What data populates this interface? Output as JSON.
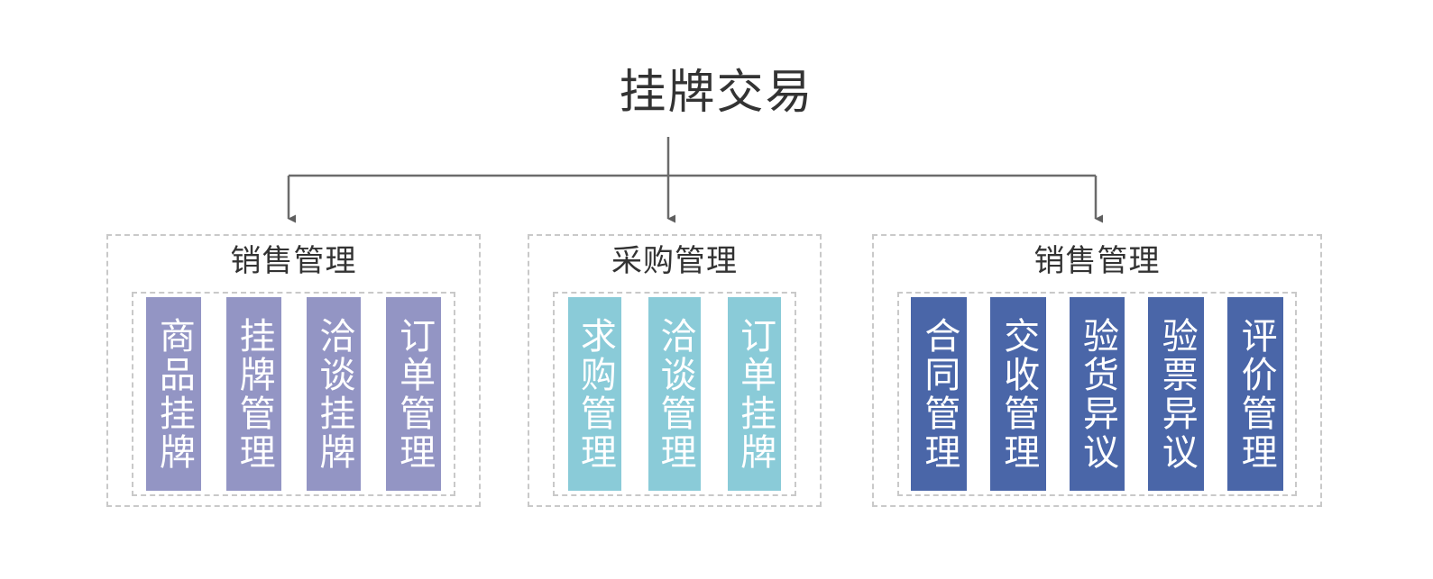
{
  "diagram": {
    "root": {
      "label": "挂牌交易"
    },
    "connector": {
      "line_color": "#6b6b6b",
      "arrow_color": "#5e5e5e"
    },
    "groups": [
      {
        "title": "销售管理",
        "color": "#9395c4",
        "items": [
          {
            "label": "商品挂牌"
          },
          {
            "label": "挂牌管理"
          },
          {
            "label": "洽谈挂牌"
          },
          {
            "label": "订单管理"
          }
        ]
      },
      {
        "title": "采购管理",
        "color": "#8acbd8",
        "items": [
          {
            "label": "求购管理"
          },
          {
            "label": "洽谈管理"
          },
          {
            "label": "订单挂牌"
          }
        ]
      },
      {
        "title": "销售管理",
        "color": "#4a66a8",
        "items": [
          {
            "label": "合同管理"
          },
          {
            "label": "交收管理"
          },
          {
            "label": "验货异议"
          },
          {
            "label": "验票异议"
          },
          {
            "label": "评价管理"
          }
        ]
      }
    ]
  }
}
